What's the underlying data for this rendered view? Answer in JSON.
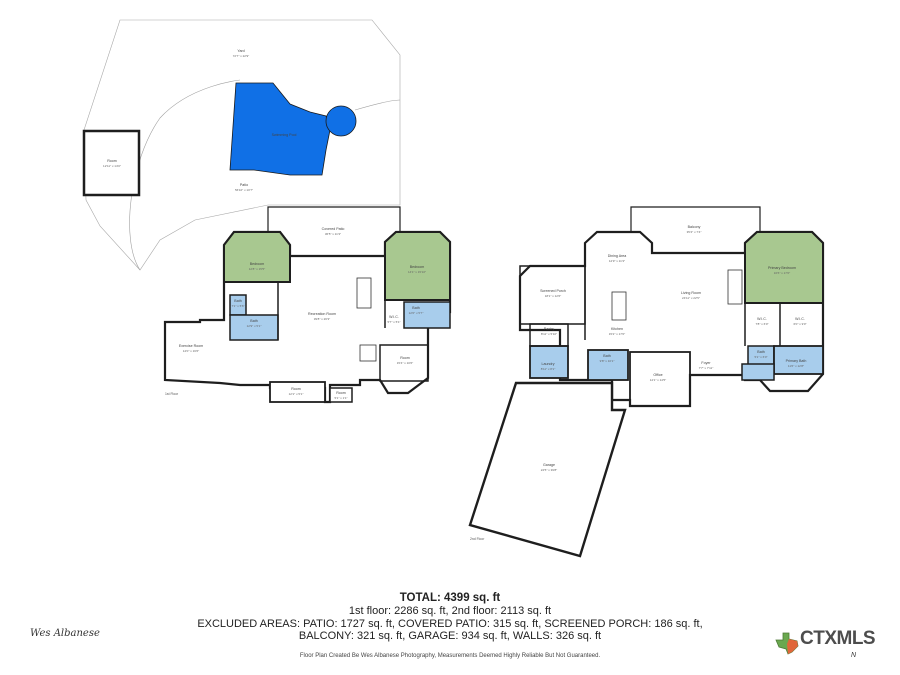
{
  "colors": {
    "pool": "#1070e6",
    "bath": "#a8cdec",
    "bedroom": "#a8c890",
    "wall": "#1e1e1e",
    "outline": "#9a9a9a"
  },
  "floor1": {
    "floor_label": "1st Floor",
    "yard": {
      "name": "Yard",
      "dims": "72'7\" x 22'9\""
    },
    "swimming_pool": {
      "name": "Swimming Pool"
    },
    "room_left": {
      "name": "Room",
      "dims": "12'11\" x 14'0\""
    },
    "patio": {
      "name": "Patio",
      "dims": "56'10\" x 10'7\""
    },
    "covered_patio": {
      "name": "Covered Patio",
      "dims": "36'5\" x 11'3\""
    },
    "bedroom_left": {
      "name": "Bedroom",
      "dims": "12'8\" x 15'5\""
    },
    "bedroom_right": {
      "name": "Bedroom",
      "dims": "14'1\" x 15'10\""
    },
    "bath_a": {
      "name": "Bath",
      "dims": "7'1\" x 5'6\""
    },
    "bath_b": {
      "name": "Bath",
      "dims": "12'9\" x 5'1\""
    },
    "bath_c": {
      "name": "Bath",
      "dims": "12'0\" x 5'7\""
    },
    "wic": {
      "name": "W.I.C.",
      "dims": "5'7\" x 5'1\""
    },
    "recreation_room": {
      "name": "Recreation Room",
      "dims": "39'8\" x 26'3\""
    },
    "exercise_room": {
      "name": "Exercise Room",
      "dims": "14'0\" x 16'6\""
    },
    "room_right": {
      "name": "Room",
      "dims": "15'4\" x 10'6\""
    },
    "room_bottom": {
      "name": "Room",
      "dims": "12'1\" x 5'1\""
    },
    "room_small": {
      "name": "Room",
      "dims": "5'1\" x 1'1\""
    }
  },
  "floor2": {
    "floor_label": "2nd Floor",
    "balcony": {
      "name": "Balcony",
      "dims": "35'4\" x 7'4\""
    },
    "primary_bedroom": {
      "name": "Primary Bedroom",
      "dims": "16'6\" x 17'0\""
    },
    "dining_area": {
      "name": "Dining Area",
      "dims": "12'9\" x 11'3\""
    },
    "living_room": {
      "name": "Living Room",
      "dims": "24'11\" x 22'5\""
    },
    "screened_porch": {
      "name": "Screened Porch",
      "dims": "18'1\" x 12'6\""
    },
    "kitchen": {
      "name": "Kitchen",
      "dims": "15'2\" x 17'0\""
    },
    "pantry": {
      "name": "Pantry",
      "dims": "8'11\" x 5'10\""
    },
    "laundry": {
      "name": "Laundry",
      "dims": "8'11\" x 8'1\""
    },
    "bath_mid": {
      "name": "Bath",
      "dims": "9'8\" x 10'1\""
    },
    "office": {
      "name": "Office",
      "dims": "14'1\" x 14'5\""
    },
    "foyer": {
      "name": "Foyer",
      "dims": "7'7\" x 7'11\""
    },
    "bath_right": {
      "name": "Bath",
      "dims": "5'1\" x 6'0\""
    },
    "primary_bath": {
      "name": "Primary Bath",
      "dims": "11'6\" x 12'8\""
    },
    "wic_a": {
      "name": "W.I.C.",
      "dims": "7'8\" x 6'0\""
    },
    "wic_b": {
      "name": "W.I.C.",
      "dims": "6'0\" x 9'0\""
    },
    "garage": {
      "name": "Garage",
      "dims": "24'5\" x 39'8\""
    }
  },
  "summary": {
    "total": "TOTAL: 4399 sq. ft",
    "floors": "1st floor: 2286 sq. ft, 2nd floor: 2113 sq. ft",
    "excluded_1": "EXCLUDED AREAS: PATIO: 1727 sq. ft, COVERED PATIO: 315 sq. ft, SCREENED PORCH: 186 sq. ft,",
    "excluded_2": "BALCONY: 321 sq. ft, GARAGE: 934 sq. ft, WALLS: 326 sq. ft"
  },
  "disclaimer": "Floor Plan Created Be Wes Albanese Photography, Measurements Deemed Highly Reliable But Not Guaranteed.",
  "branding": {
    "signature": "Wes Albanese",
    "mls_logo": "CTXMLS",
    "mls_logo_suffix": "N"
  }
}
